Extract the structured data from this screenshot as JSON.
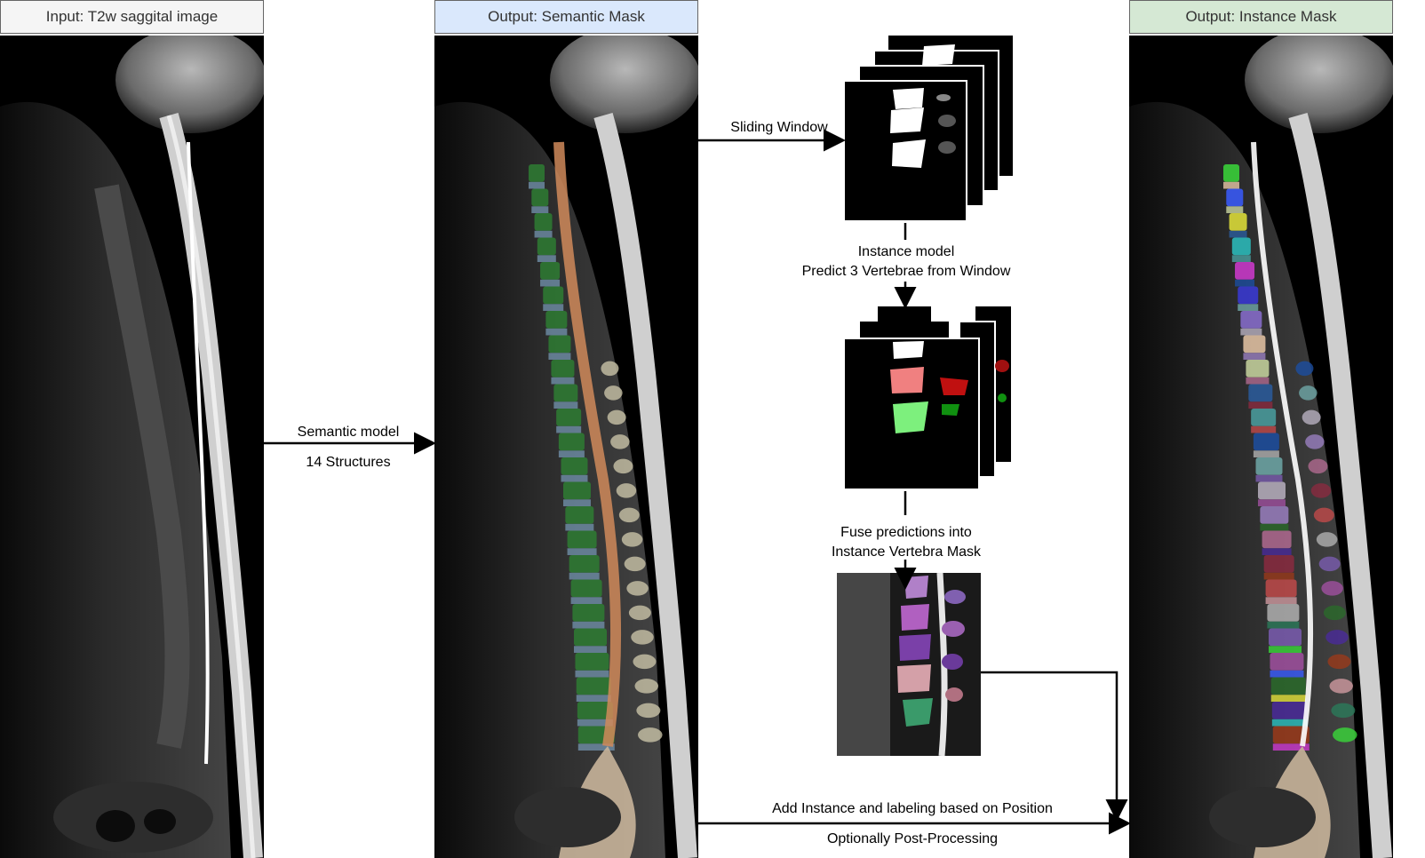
{
  "panels": {
    "input": {
      "title": "Input: T2w saggital image",
      "header_color": "#f5f5f5"
    },
    "semantic": {
      "title": "Output: Semantic Mask",
      "header_color": "#dae8fc"
    },
    "instance": {
      "title": "Output: Instance Mask",
      "header_color": "#d5e8d4"
    }
  },
  "arrows": {
    "semantic_model": {
      "line1": "Semantic model",
      "line2": "14 Structures"
    },
    "sliding_window": "Sliding Window",
    "instance_model": {
      "line1": "Instance model",
      "line2": "Predict 3 Vertebrae from Window"
    },
    "fuse": {
      "line1": "Fuse predictions into",
      "line2": "Instance Vertebra Mask"
    },
    "final": {
      "line1": "Add Instance and labeling based on Position",
      "line2": "Optionally Post-Processing"
    }
  },
  "colors": {
    "spinal_canal": "#d08a5a",
    "vertebra_semantic": "#2e7d32",
    "disc": "#6f8fa8",
    "posterior": "#c9c3a8",
    "sacrum": "#c8b49a",
    "instance_palette": [
      "#39d83a",
      "#3a5cff",
      "#e4e43a",
      "#2bc0c0",
      "#d03ad0",
      "#3a3ad8",
      "#8a6fd0",
      "#e6c6a6",
      "#c9d6a0",
      "#2a5c9e",
      "#4a9fa0",
      "#1c4ea0",
      "#6fa8a8",
      "#b8b0c0",
      "#9a7fc0",
      "#b06a90",
      "#8a2a40",
      "#c04a4a",
      "#b0b0b0",
      "#7a5cb0",
      "#a050a0",
      "#2a6a2a",
      "#4a2a9a",
      "#9a3a1a",
      "#d09aa0",
      "#2a7a5a"
    ]
  }
}
